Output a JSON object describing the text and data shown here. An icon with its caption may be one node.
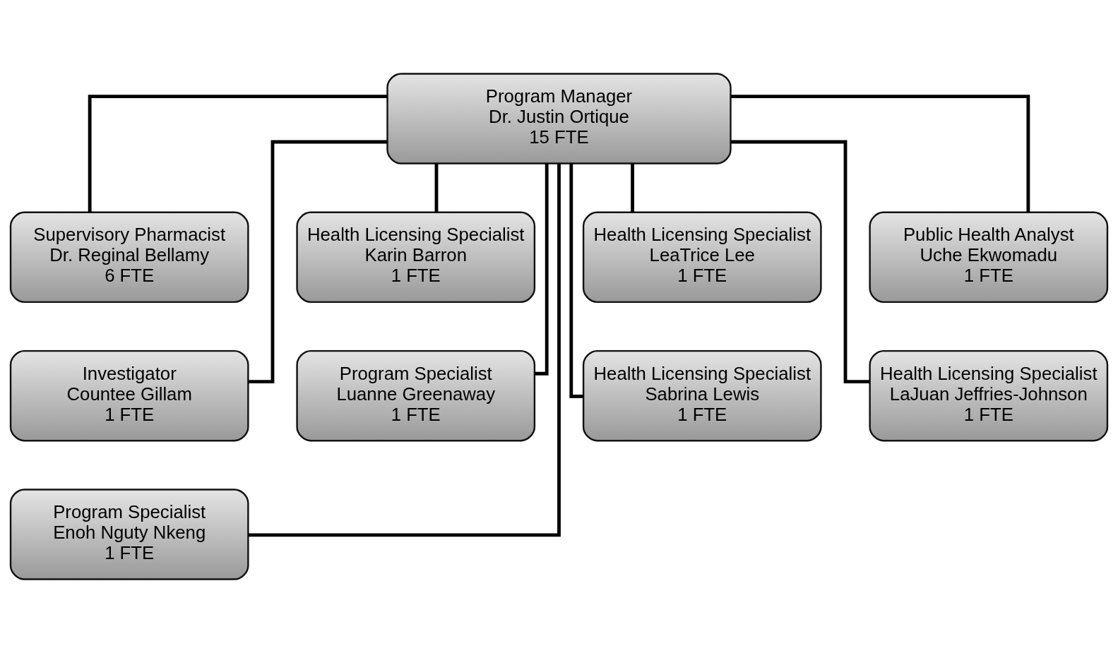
{
  "diagram": {
    "nodes": [
      {
        "text": [
          "Program Manager",
          "Dr. Justin Ortique",
          "15 FTE"
        ]
      },
      {
        "text": [
          "Supervisory Pharmacist",
          "Dr. Reginal Bellamy",
          "6 FTE"
        ]
      },
      {
        "text": [
          "Health Licensing Specialist",
          "Karin Barron",
          "1 FTE"
        ]
      },
      {
        "text": [
          "Health Licensing Specialist",
          "LeaTrice Lee",
          "1 FTE"
        ]
      },
      {
        "text": [
          "Public Health Analyst",
          "Uche Ekwomadu",
          "1 FTE"
        ]
      },
      {
        "text": [
          "Investigator",
          "Countee Gillam",
          "1 FTE"
        ]
      },
      {
        "text": [
          "Program Specialist",
          "Luanne Greenaway",
          "1 FTE"
        ]
      },
      {
        "text": [
          "Health Licensing Specialist",
          "Sabrina Lewis",
          "1 FTE"
        ]
      },
      {
        "text": [
          "Health Licensing Specialist",
          "LaJuan Jeffries-Johnson",
          "1 FTE"
        ]
      },
      {
        "text": [
          "Program Specialist",
          "Enoh Nguty Nkeng",
          "1 FTE"
        ]
      }
    ],
    "edges": [
      {
        "from": 0,
        "to": 1,
        "arrow": "none"
      },
      {
        "from": 0,
        "to": 2,
        "arrow": "none"
      },
      {
        "from": 0,
        "to": 3,
        "arrow": "none"
      },
      {
        "from": 0,
        "to": 4,
        "arrow": "none"
      },
      {
        "from": 0,
        "to": 5,
        "arrow": "none"
      },
      {
        "from": 0,
        "to": 6,
        "arrow": "none"
      },
      {
        "from": 0,
        "to": 7,
        "arrow": "none"
      },
      {
        "from": 0,
        "to": 8,
        "arrow": "none"
      },
      {
        "from": 0,
        "to": 9,
        "arrow": "none"
      }
    ]
  }
}
